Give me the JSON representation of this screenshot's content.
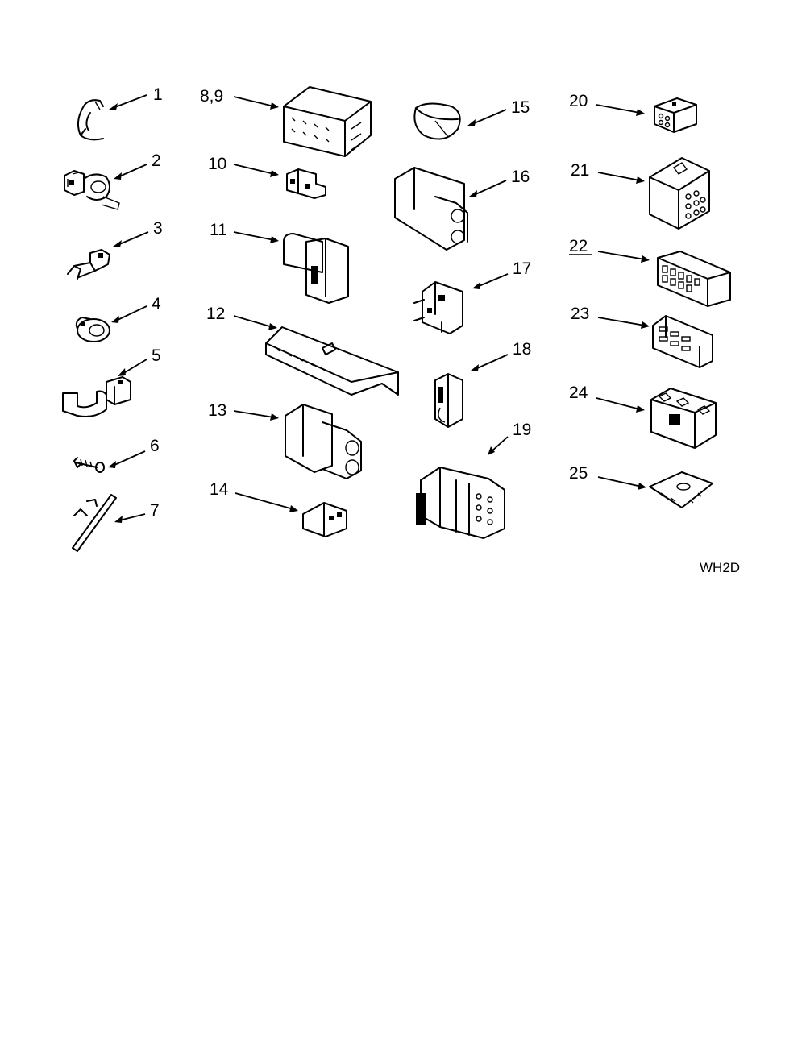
{
  "diagram": {
    "header_fragment": "",
    "code": "WH2D",
    "callouts": {
      "c1": "1",
      "c2": "2",
      "c3": "3",
      "c4": "4",
      "c5": "5",
      "c6": "6",
      "c7": "7",
      "c89": "8,9",
      "c10": "10",
      "c11": "11",
      "c12": "12",
      "c13": "13",
      "c14": "14",
      "c15": "15",
      "c16": "16",
      "c17": "17",
      "c18": "18",
      "c19": "19",
      "c20": "20",
      "c21": "21",
      "c22": "22",
      "c23": "23",
      "c24": "24",
      "c25": "25"
    }
  }
}
